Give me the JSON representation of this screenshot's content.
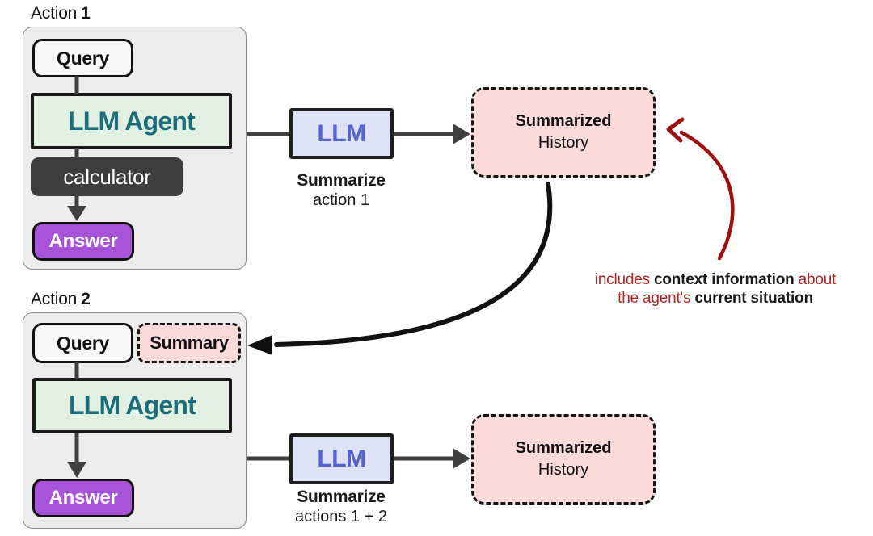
{
  "actions": {
    "action1": {
      "label_prefix": "Action",
      "label_number": "1",
      "query_label": "Query",
      "agent_label": "LLM Agent",
      "tool_label": "calculator",
      "answer_label": "Answer"
    },
    "action2": {
      "label_prefix": "Action",
      "label_number": "2",
      "query_label": "Query",
      "summary_label": "Summary",
      "agent_label": "LLM Agent",
      "answer_label": "Answer"
    }
  },
  "flows": {
    "flow1": {
      "llm_label": "LLM",
      "caption_bold": "Summarize",
      "caption_detail": "action 1",
      "output_line1": "Summarized",
      "output_line2": "History"
    },
    "flow2": {
      "llm_label": "LLM",
      "caption_bold": "Summarize",
      "caption_detail": "actions 1 + 2",
      "output_line1": "Summarized",
      "output_line2": "History"
    }
  },
  "annotation": {
    "line1_red_a": "includes ",
    "line1_bold": "context information",
    "line1_red_b": " about",
    "line2_red_a": "the agent's ",
    "line2_bold": "current situation"
  },
  "colors": {
    "panel_bg": "#ececec",
    "panel_border": "#8a8a8a",
    "query_bg": "#f8f8f8",
    "agent_bg": "#e2f0e3",
    "agent_text": "#1d6d7a",
    "tool_bg": "#3d3d3d",
    "answer_bg": "#a854da",
    "llm_bg": "#dde2f6",
    "llm_text": "#5562cf",
    "pink_bg": "#fbdada",
    "arrow_gray": "#3f3f3f",
    "arrow_black": "#111111",
    "annotation_red": "#b12525",
    "annotation_arrow_red": "#9d1111",
    "annotation_dark": "#1a1a1a"
  }
}
